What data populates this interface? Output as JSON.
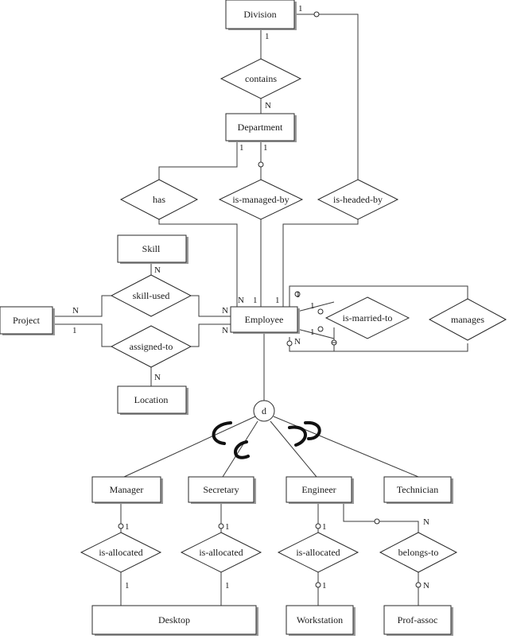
{
  "entities": {
    "division": "Division",
    "department": "Department",
    "skill": "Skill",
    "project": "Project",
    "employee": "Employee",
    "location": "Location",
    "manager": "Manager",
    "secretary": "Secretary",
    "engineer": "Engineer",
    "technician": "Technician",
    "desktop": "Desktop",
    "workstation": "Workstation",
    "prof_assoc": "Prof-assoc"
  },
  "relationships": {
    "contains": "contains",
    "has": "has",
    "is_managed_by": "is-managed-by",
    "is_headed_by": "is-headed-by",
    "skill_used": "skill-used",
    "assigned_to": "assigned-to",
    "is_married_to": "is-married-to",
    "manages": "manages",
    "is_allocated_manager": "is-allocated",
    "is_allocated_secretary": "is-allocated",
    "is_allocated_engineer": "is-allocated",
    "belongs_to": "belongs-to"
  },
  "specialization": {
    "label": "d"
  },
  "cardinalities": {
    "division_headed": "1",
    "division_contains": "1",
    "contains_department": "N",
    "department_has": "1",
    "department_managed": "1",
    "skill_n": "N",
    "project_skill_n": "N",
    "project_assigned_1": "1",
    "location_n": "N",
    "emp_skill_n": "N",
    "emp_assigned_n": "N",
    "emp_has_n": "N",
    "emp_managed_1": "1",
    "emp_headed_1": "1",
    "emp_manages_1": "1",
    "emp_married_1a": "1",
    "emp_married_1b": "1",
    "emp_manages_n": "N",
    "manager_alloc_1": "1",
    "manager_desktop_1": "1",
    "secretary_alloc_1": "1",
    "secretary_desktop_1": "1",
    "engineer_alloc_1": "1",
    "workstation_1": "1",
    "belongs_n_top": "N",
    "prof_assoc_n": "N"
  }
}
